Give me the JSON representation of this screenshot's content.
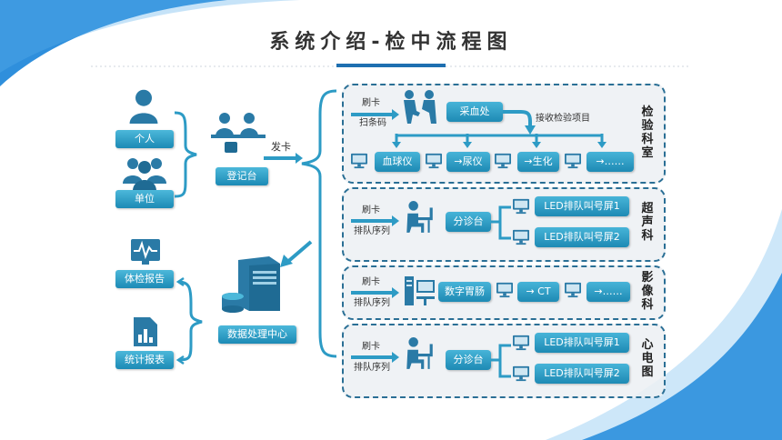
{
  "title": "系统介绍-检中流程图",
  "left": {
    "individual": "个人",
    "unit": "单位",
    "registration": "登记台",
    "issue_card": "发卡",
    "report": "体检报告",
    "stats": "统计报表",
    "data_center": "数据处理中心"
  },
  "lab": {
    "side_label": "检验科室",
    "swipe": "刷卡",
    "scan": "扫条码",
    "blood_station": "采血处",
    "receive": "接收检验项目",
    "items": [
      "血球仪",
      "→尿仪",
      "→生化",
      "→……"
    ]
  },
  "ultrasound": {
    "side_label": "超声科",
    "swipe": "刷卡",
    "queue": "排队序列",
    "triage": "分诊台",
    "screens": [
      "LED排队叫号屏1",
      "LED排队叫号屏2"
    ]
  },
  "imaging": {
    "side_label": "影像科",
    "swipe": "刷卡",
    "queue": "排队序列",
    "items": [
      "数字胃肠",
      "→ CT",
      "→……"
    ]
  },
  "ecg": {
    "side_label": "心电图",
    "swipe": "刷卡",
    "queue": "排队序列",
    "triage": "分诊台",
    "screens": [
      "LED排队叫号屏1",
      "LED排队叫号屏2"
    ]
  },
  "colors": {
    "accent": "#1e8ab4",
    "icon": "#2a7aa6",
    "border": "#2a6f95"
  }
}
